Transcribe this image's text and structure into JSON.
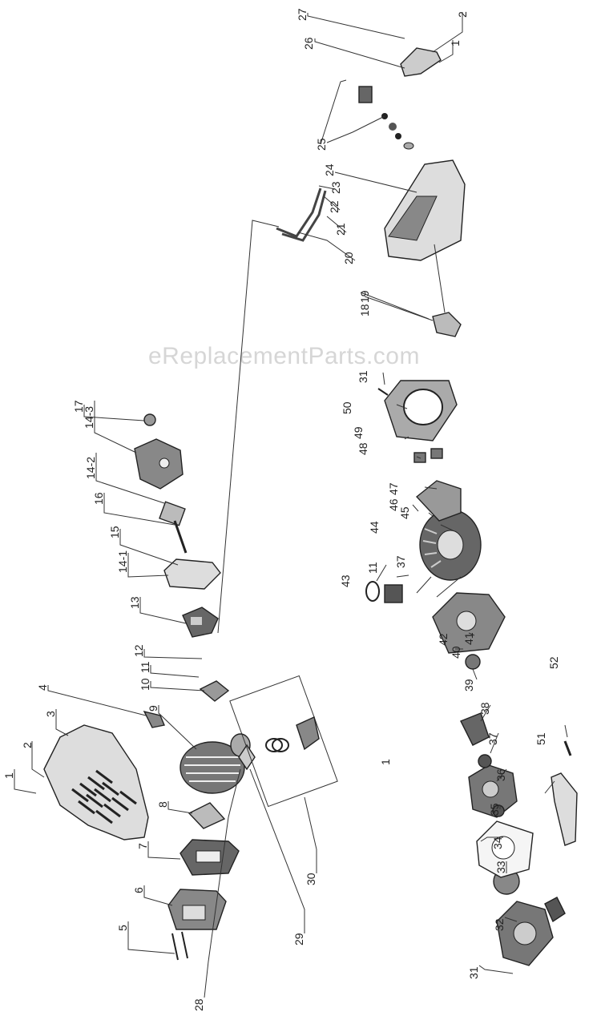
{
  "watermark": "eReplacementParts.com",
  "callouts": {
    "c1a": "1",
    "c2a": "2",
    "c3": "3",
    "c4": "4",
    "c5": "5",
    "c6": "6",
    "c7": "7",
    "c8": "8",
    "c9": "9",
    "c10": "10",
    "c11a": "11",
    "c12": "12",
    "c13": "13",
    "c14_1": "14-1",
    "c15": "15",
    "c16": "16",
    "c14_2": "14-2",
    "c14_3": "14-3",
    "c17": "17",
    "c28": "28",
    "c29": "29",
    "c30": "30",
    "c1b": "1",
    "c31a": "31",
    "c32": "32",
    "c33": "33",
    "c34": "34",
    "c35": "35",
    "c36": "36",
    "c37a": "37",
    "c38": "38",
    "c39": "39",
    "c40": "40",
    "c41": "41",
    "c42": "42",
    "c43": "43",
    "c11b": "11",
    "c37b": "37",
    "c44": "44",
    "c45": "45",
    "c46": "46",
    "c47": "47",
    "c48": "48",
    "c49": "49",
    "c50": "50",
    "c31b": "31",
    "c18": "18",
    "c19": "19",
    "c20": "20",
    "c21": "21",
    "c22": "22",
    "c23": "23",
    "c24": "24",
    "c25": "25",
    "c26": "26",
    "c27": "27",
    "c2b": "2",
    "c1c": "1",
    "c51": "51",
    "c52": "52"
  }
}
